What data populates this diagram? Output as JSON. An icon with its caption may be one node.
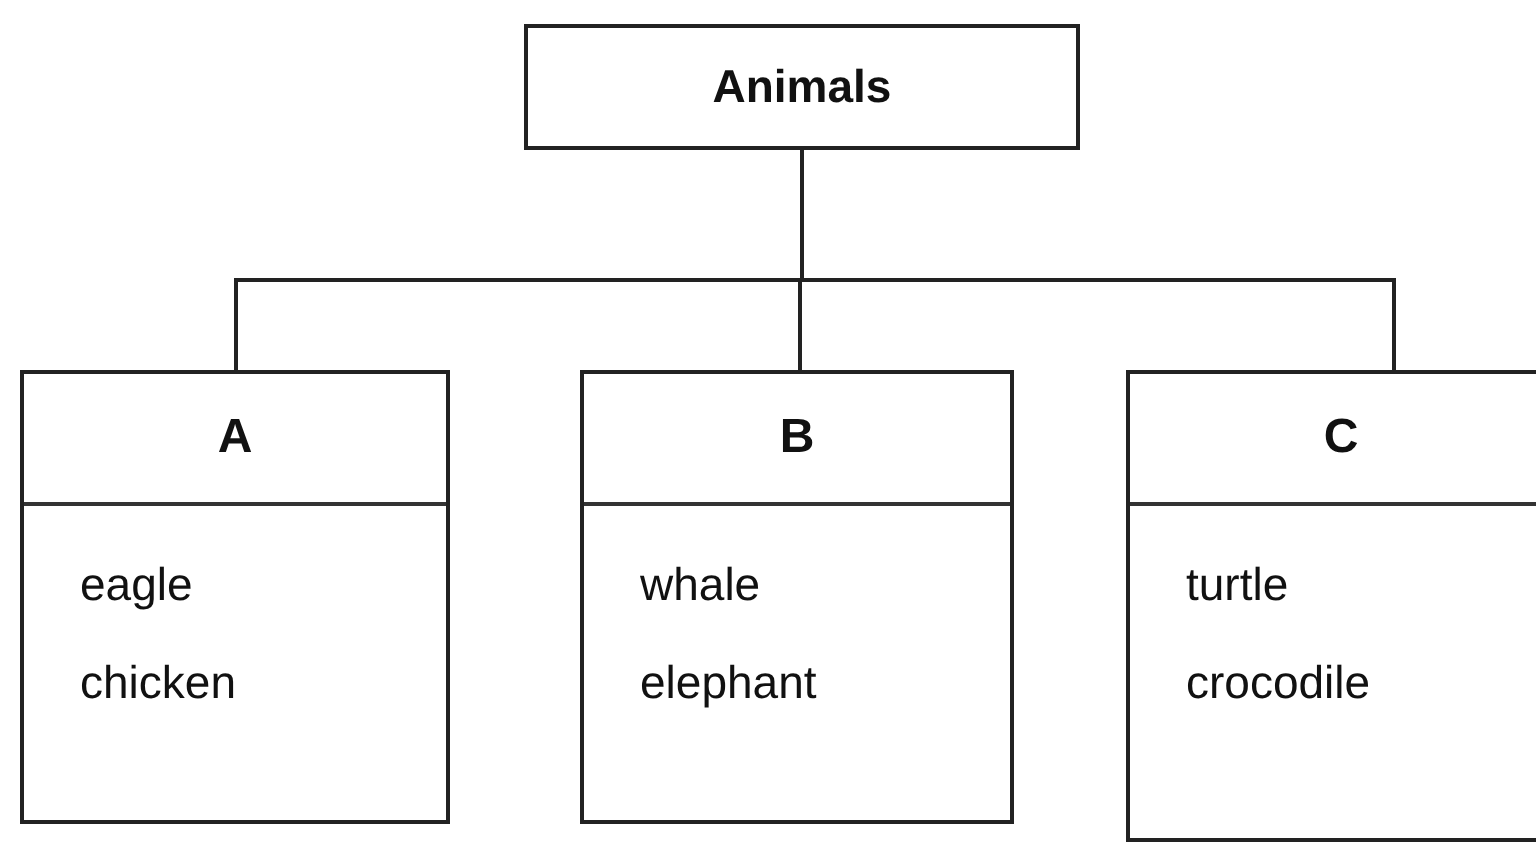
{
  "diagram": {
    "nodes": [
      {
        "text": [
          "Animals"
        ]
      },
      {
        "text": [
          "A",
          "eagle",
          "chicken"
        ]
      },
      {
        "text": [
          "B",
          "whale",
          "elephant"
        ]
      },
      {
        "text": [
          "C",
          "turtle",
          "crocodile"
        ]
      }
    ],
    "edges": [
      {
        "from": 0,
        "to": 1,
        "arrow": "none"
      },
      {
        "from": 0,
        "to": 2,
        "arrow": "none"
      },
      {
        "from": 0,
        "to": 3,
        "arrow": "none"
      }
    ]
  }
}
